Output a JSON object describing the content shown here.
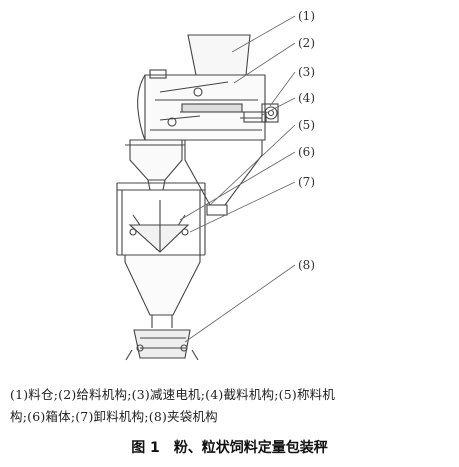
{
  "figure": {
    "part_labels": [
      "(1)",
      "(2)",
      "(3)",
      "(4)",
      "(5)",
      "(6)",
      "(7)",
      "(8)"
    ]
  },
  "legend": {
    "line1": "(1)料仓;(2)给料机构;(3)减速电机;(4)截料机构;(5)称料机",
    "line2": "构;(6)箱体;(7)卸料机构;(8)夹袋机构"
  },
  "caption": {
    "number": "图 1",
    "title": "粉、粒状饲料定量包装秤"
  }
}
